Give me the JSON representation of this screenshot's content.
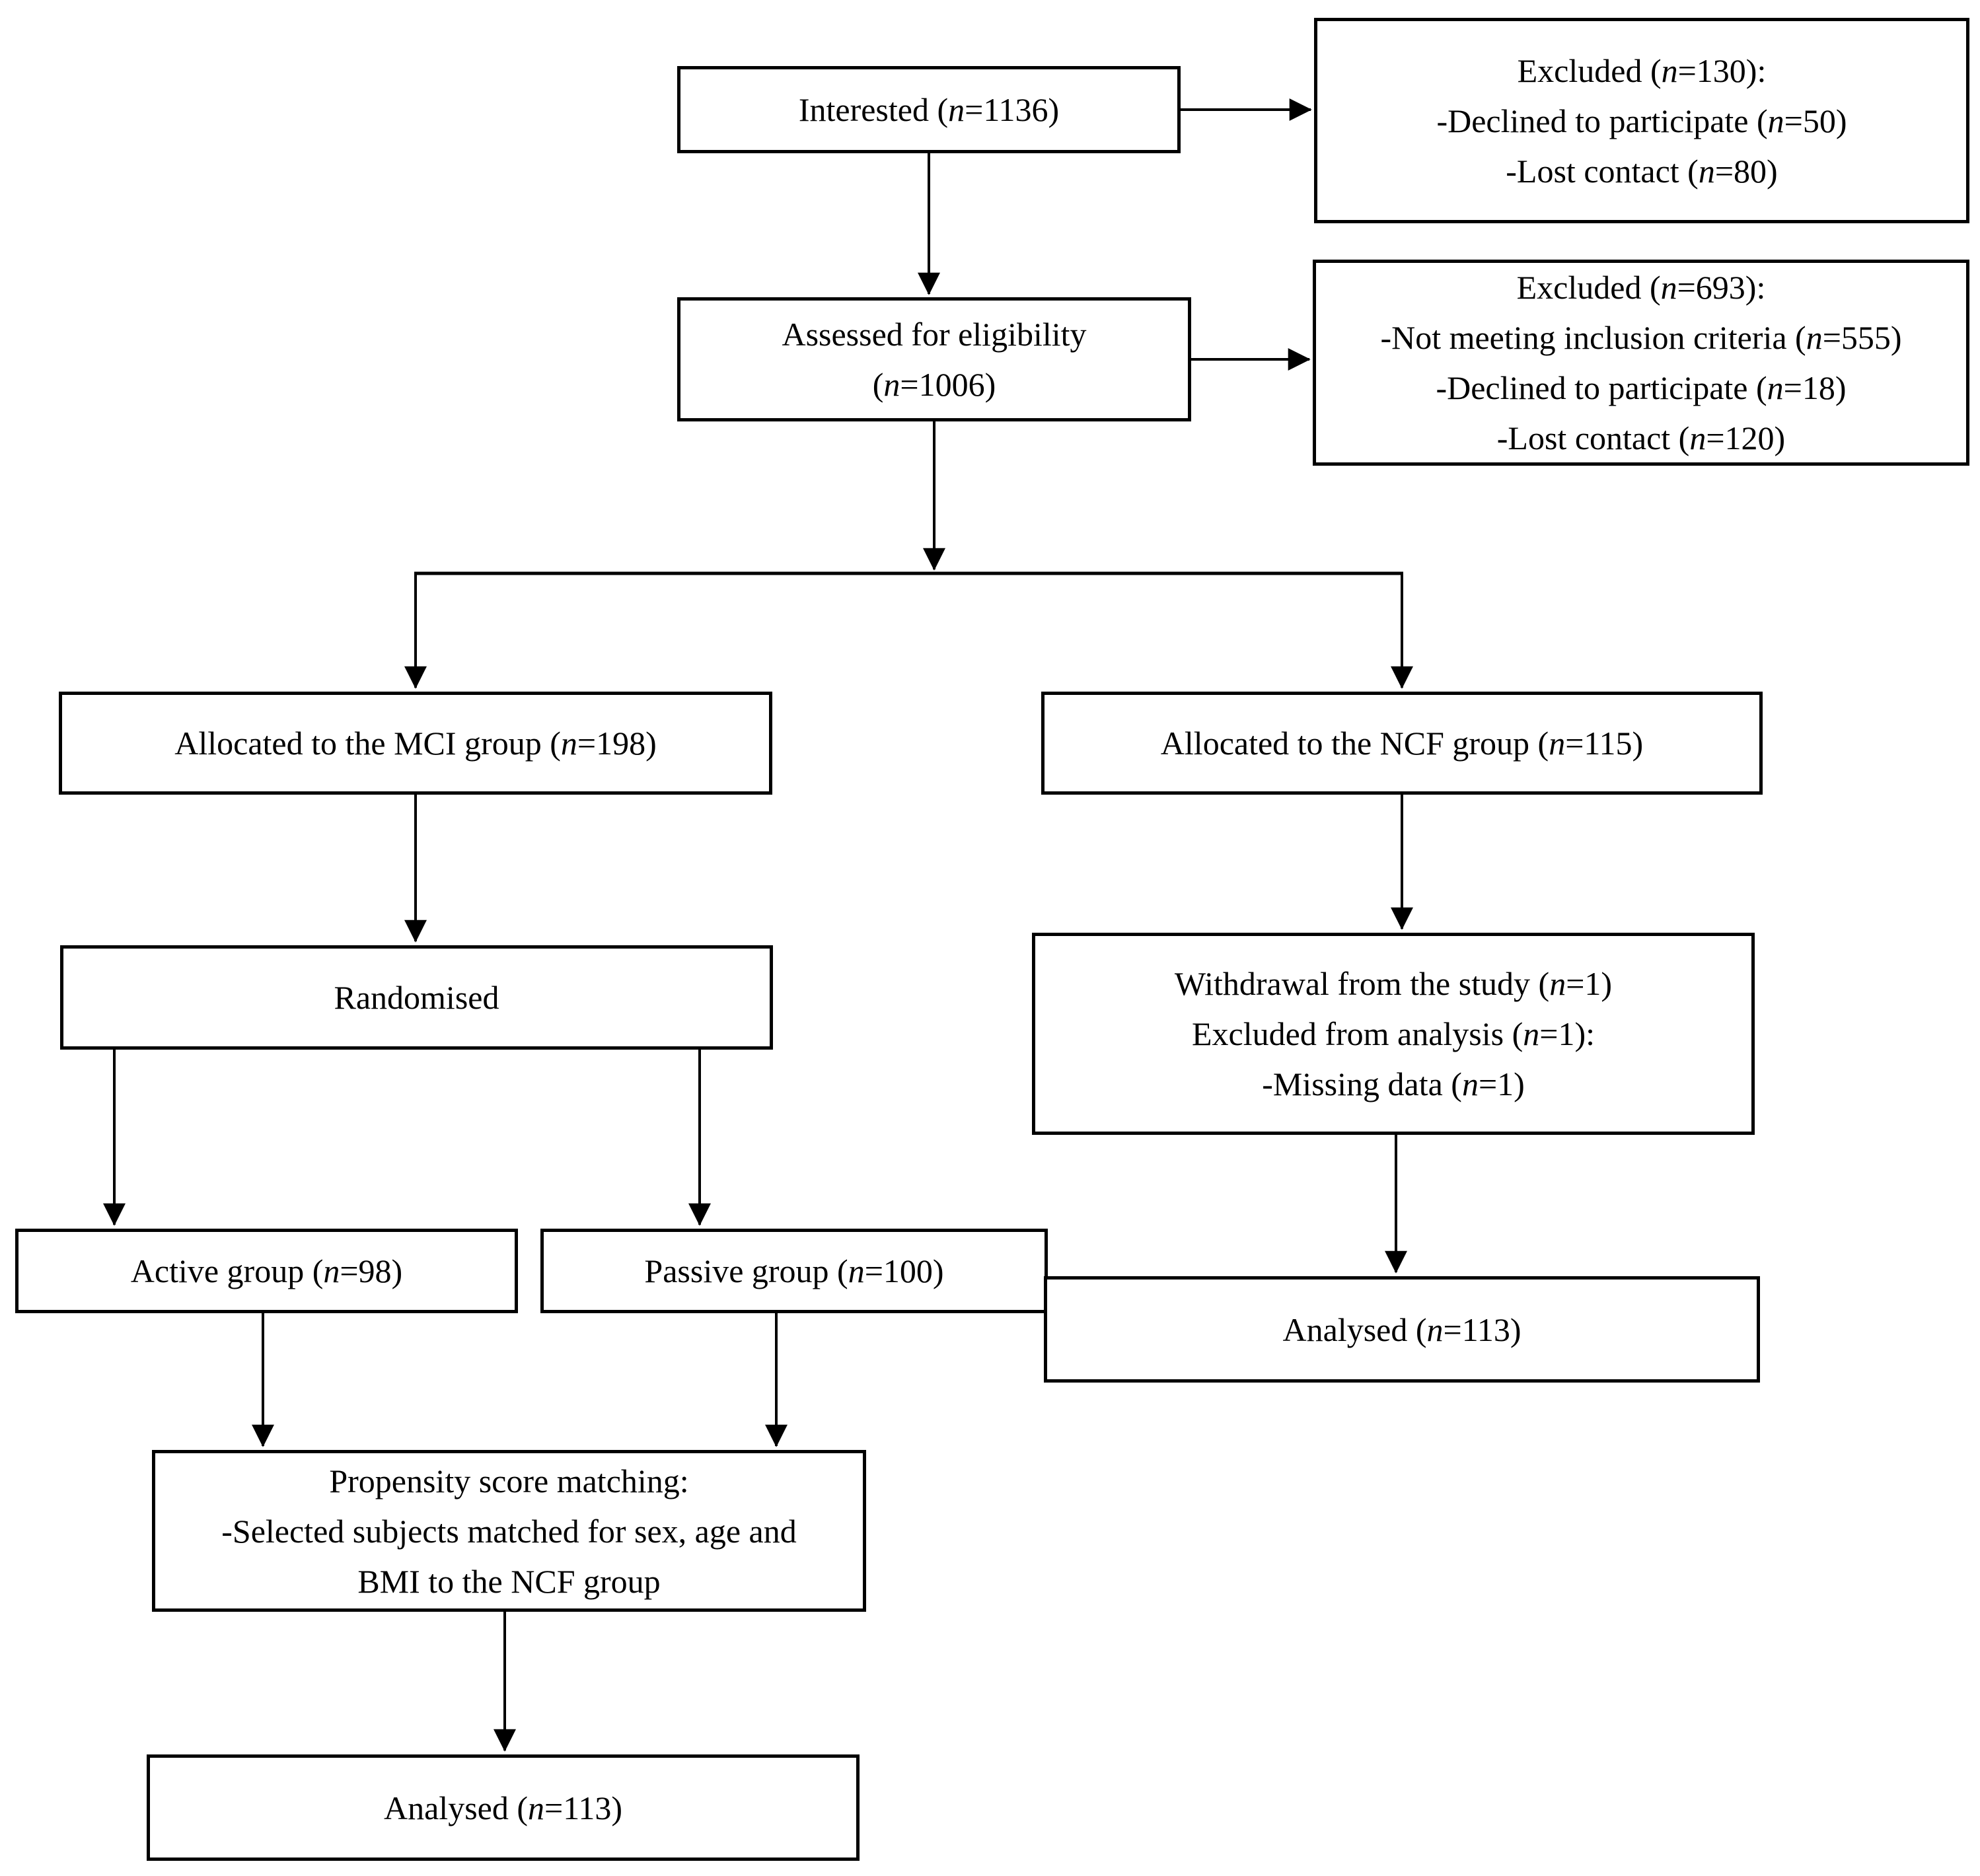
{
  "figure": {
    "type": "participant-flow-diagram",
    "boxes": {
      "interested": {
        "lines": [
          "Interested (n=1136)"
        ]
      },
      "excluded_screening": {
        "lines": [
          "Excluded (n=130):",
          "-Declined to participate (n=50)",
          "-Lost contact (n=80)"
        ]
      },
      "assessed": {
        "lines": [
          "Assessed for eligibility",
          "(n=1006)"
        ]
      },
      "excluded_eligibility": {
        "lines": [
          "Excluded (n=693):",
          "-Not meeting inclusion criteria (n=555)",
          "-Declined to participate (n=18)",
          "-Lost contact (n=120)"
        ]
      },
      "allocated_mci": {
        "lines": [
          "Allocated to the MCI group (n=198)"
        ]
      },
      "allocated_ncf": {
        "lines": [
          "Allocated to the NCF group (n=115)"
        ]
      },
      "randomised": {
        "lines": [
          "Randomised"
        ]
      },
      "withdrawal": {
        "lines": [
          "Withdrawal from the study (n=1)",
          "Excluded from analysis (n=1):",
          "-Missing data (n=1)"
        ]
      },
      "active_group": {
        "lines": [
          "Active group (n=98)"
        ]
      },
      "passive_group": {
        "lines": [
          "Passive group (n=100)"
        ]
      },
      "analysed_ncf": {
        "lines": [
          "Analysed (n=113)"
        ]
      },
      "propensity": {
        "lines": [
          "Propensity score matching:",
          "-Selected subjects matched for sex, age and",
          "BMI to the NCF group"
        ]
      },
      "analysed_mci": {
        "lines": [
          "Analysed (n=113)"
        ]
      }
    },
    "colors": {
      "line": "#000000",
      "background": "#ffffff",
      "text": "#000000"
    }
  }
}
